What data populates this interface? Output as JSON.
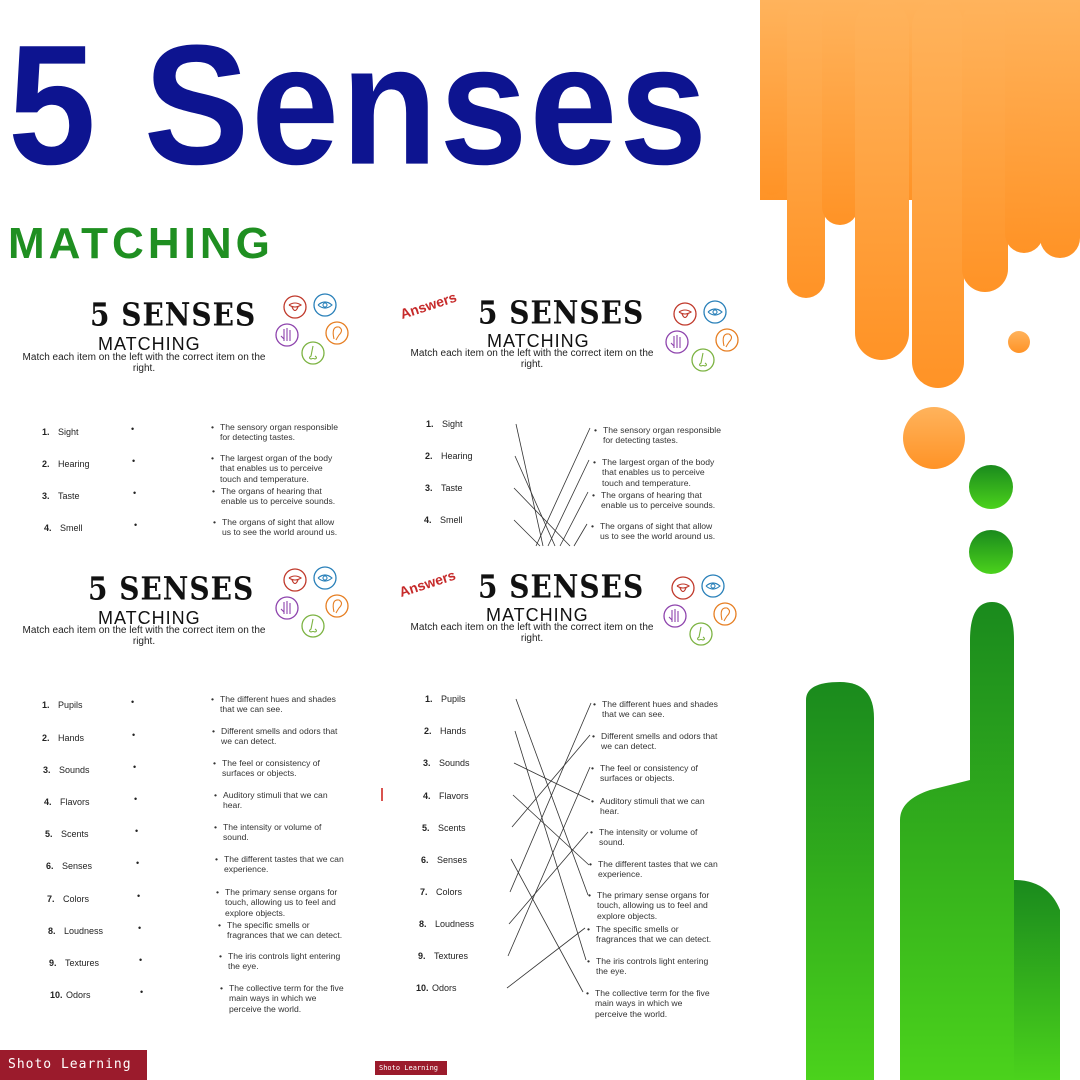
{
  "header": {
    "title": "5 Senses",
    "subtitle": "MATCHING"
  },
  "worksheet": {
    "title": "5 SENSES",
    "subtitle": "MATCHING",
    "instructions": "Match each item on the left with the correct item on the right.",
    "answers_label": "Answers"
  },
  "set1": {
    "items": [
      "Sight",
      "Hearing",
      "Taste",
      "Smell"
    ],
    "definitions": [
      "The sensory organ responsible for detecting tastes.",
      "The largest organ of the body that enables us to perceive touch and temperature.",
      "The organs of hearing that enable us to perceive sounds.",
      "The organs of sight that allow us to see the world around us."
    ]
  },
  "set2": {
    "items": [
      "Pupils",
      "Hands",
      "Sounds",
      "Flavors",
      "Scents",
      "Senses",
      "Colors",
      "Loudness",
      "Textures",
      "Odors"
    ],
    "definitions": [
      "The different hues and shades that we can see.",
      "Different smells and odors that we can detect.",
      "The feel or consistency of surfaces or objects.",
      "Auditory stimuli that we can hear.",
      "The intensity or volume of sound.",
      "The different tastes that we can experience.",
      "The primary sense organs for touch, allowing us to feel and explore objects.",
      "The specific smells or fragrances that we can detect.",
      "The iris controls light entering the eye.",
      "The collective term for the five main ways in which we perceive the world."
    ]
  },
  "brand": {
    "label": "Shoto Learning"
  },
  "icons": [
    "tongue-icon",
    "eye-icon",
    "hand-icon",
    "ear-icon",
    "nose-icon"
  ],
  "colors": {
    "title": "#0d1490",
    "subtitle": "#1f8f21",
    "orange": "#ff9a3c",
    "green": "#2fae1f",
    "brand": "#9b1b2c",
    "answers": "#c62a2a"
  }
}
